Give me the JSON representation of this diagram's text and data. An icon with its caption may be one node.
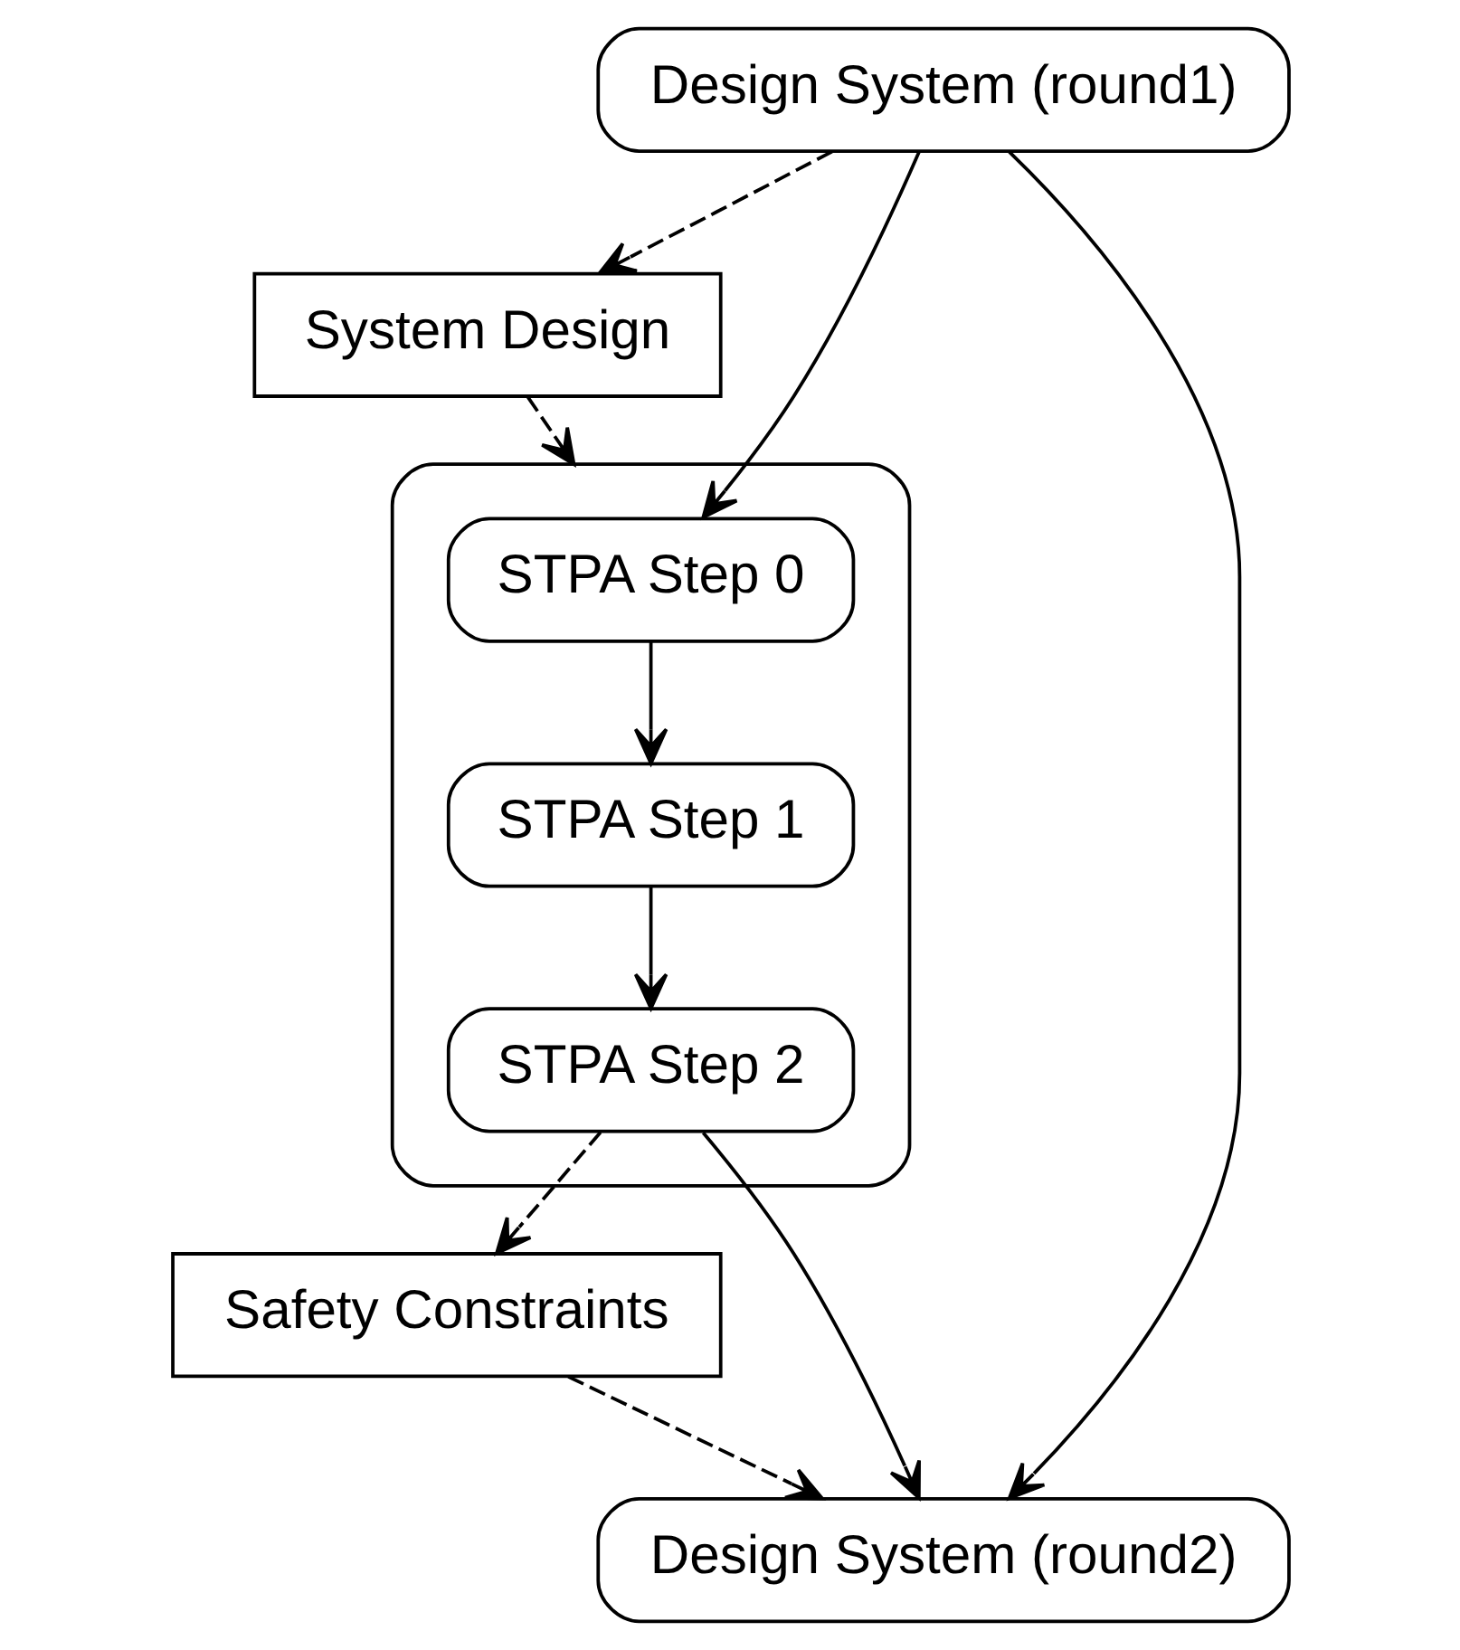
{
  "diagram": {
    "nodes": [
      {
        "text": [
          "Design System (round1)"
        ]
      },
      {
        "text": [
          "System Design"
        ]
      },
      {
        "text": [],
        "shape": "box"
      },
      {
        "text": [
          "STPA Step 0"
        ],
        "in": 2
      },
      {
        "text": [
          "STPA Step 1"
        ],
        "in": 2
      },
      {
        "text": [
          "STPA Step 2"
        ],
        "in": 2
      },
      {
        "text": [
          "Safety Constraints"
        ]
      },
      {
        "text": [
          "Design System (round2)"
        ]
      }
    ],
    "edges": [
      {
        "from": 0,
        "to": 1,
        "arrow": "to",
        "style": "dashed"
      },
      {
        "from": 0,
        "to": 3,
        "arrow": "to"
      },
      {
        "from": 1,
        "to": 2,
        "arrow": "to",
        "style": "dashed"
      },
      {
        "from": 3,
        "to": 4,
        "arrow": "to"
      },
      {
        "from": 4,
        "to": 5,
        "arrow": "to"
      },
      {
        "from": 5,
        "to": 6,
        "arrow": "to",
        "style": "dashed"
      },
      {
        "from": 0,
        "to": 7,
        "arrow": "to"
      },
      {
        "from": 6,
        "to": 7,
        "arrow": "to",
        "style": "dashed"
      },
      {
        "from": 5,
        "to": 7,
        "arrow": "to"
      }
    ]
  }
}
